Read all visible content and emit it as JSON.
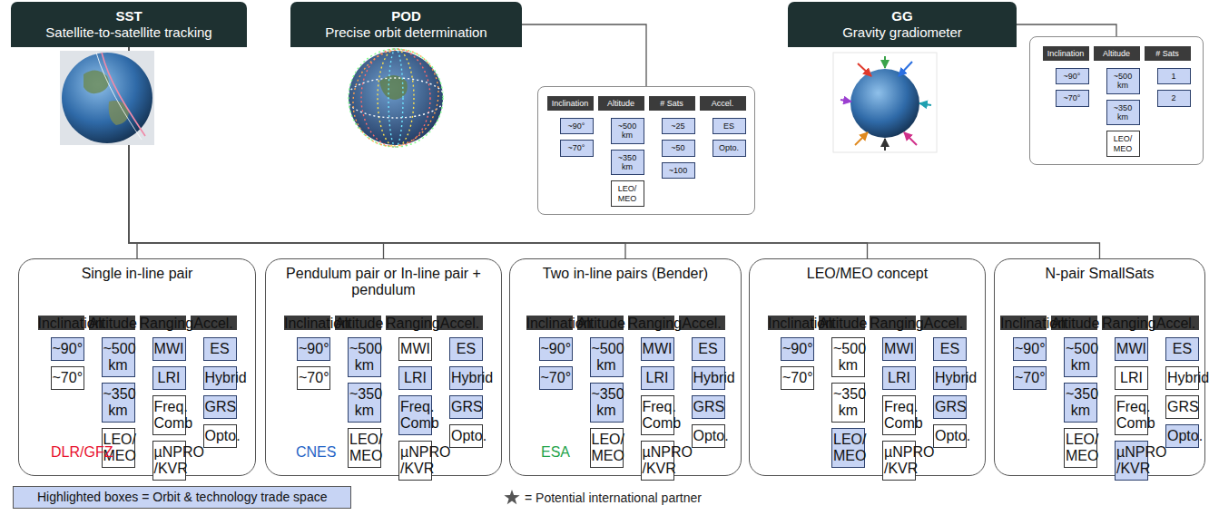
{
  "diagram": {
    "nodes": [
      {
        "text": [
          "SST",
          "Satellite-to-satellite tracking"
        ]
      },
      {
        "text": [
          "POD",
          "Precise orbit determination"
        ]
      },
      {
        "text": []
      },
      {
        "text": [
          "Inclination"
        ],
        "in": 2
      },
      {
        "text": [
          "~90°"
        ],
        "in": 2
      },
      {
        "text": [
          "~70°"
        ],
        "in": 2
      },
      {
        "text": [
          "Altitude"
        ],
        "in": 2
      },
      {
        "text": [
          "~500 km"
        ],
        "in": 2
      },
      {
        "text": [
          "~350 km"
        ],
        "in": 2
      },
      {
        "text": [
          "LEO/ MEO"
        ],
        "in": 2
      },
      {
        "text": [
          "# Sats"
        ],
        "in": 2
      },
      {
        "text": [
          "~25"
        ],
        "in": 2
      },
      {
        "text": [
          "~50"
        ],
        "in": 2
      },
      {
        "text": [
          "~100"
        ],
        "in": 2
      },
      {
        "text": [
          "Accel."
        ],
        "in": 2
      },
      {
        "text": [
          "ES"
        ],
        "in": 2
      },
      {
        "text": [
          "Opto."
        ],
        "in": 2
      },
      {
        "text": [
          "GG",
          "Gravity gradiometer"
        ]
      },
      {
        "text": []
      },
      {
        "text": [
          "Inclination"
        ],
        "in": 18
      },
      {
        "text": [
          "~90°"
        ],
        "in": 18
      },
      {
        "text": [
          "~70°"
        ],
        "in": 18
      },
      {
        "text": [
          "Altitude"
        ],
        "in": 18
      },
      {
        "text": [
          "~500 km"
        ],
        "in": 18
      },
      {
        "text": [
          "~350 km"
        ],
        "in": 18
      },
      {
        "text": [
          "LEO/ MEO"
        ],
        "in": 18
      },
      {
        "text": [
          "# Sats"
        ],
        "in": 18
      },
      {
        "text": [
          "1"
        ],
        "in": 18
      },
      {
        "text": [
          "2"
        ],
        "in": 18
      },
      {
        "text": [
          "Single in-line pair"
        ]
      },
      {
        "text": [
          "Inclination"
        ],
        "in": 29
      },
      {
        "text": [
          "~90°"
        ],
        "in": 29
      },
      {
        "text": [
          "~70°"
        ],
        "in": 29
      },
      {
        "text": [
          "Altitude"
        ],
        "in": 29
      },
      {
        "text": [
          "~500 km"
        ],
        "in": 29
      },
      {
        "text": [
          "~350 km"
        ],
        "in": 29
      },
      {
        "text": [
          "LEO/ MEO"
        ],
        "in": 29
      },
      {
        "text": [
          "Ranging"
        ],
        "in": 29
      },
      {
        "text": [
          "MWI"
        ],
        "in": 29
      },
      {
        "text": [
          "LRI"
        ],
        "in": 29
      },
      {
        "text": [
          "Freq. Comb"
        ],
        "in": 29
      },
      {
        "text": [
          "µNPRO /KVR"
        ],
        "in": 29
      },
      {
        "text": [
          "Accel."
        ],
        "in": 29
      },
      {
        "text": [
          "ES"
        ],
        "in": 29
      },
      {
        "text": [
          "Hybrid"
        ],
        "in": 29
      },
      {
        "text": [
          "GRS"
        ],
        "in": 29
      },
      {
        "text": [
          "Opto."
        ],
        "in": 29
      },
      {
        "text": [
          "Pendulum pair or In-line pair + pendulum"
        ]
      },
      {
        "text": [
          "Inclination"
        ],
        "in": 47
      },
      {
        "text": [
          "~90°"
        ],
        "in": 47
      },
      {
        "text": [
          "~70°"
        ],
        "in": 47
      },
      {
        "text": [
          "Altitude"
        ],
        "in": 47
      },
      {
        "text": [
          "~500 km"
        ],
        "in": 47
      },
      {
        "text": [
          "~350 km"
        ],
        "in": 47
      },
      {
        "text": [
          "LEO/ MEO"
        ],
        "in": 47
      },
      {
        "text": [
          "Ranging"
        ],
        "in": 47
      },
      {
        "text": [
          "MWI"
        ],
        "in": 47
      },
      {
        "text": [
          "LRI"
        ],
        "in": 47
      },
      {
        "text": [
          "Freq. Comb"
        ],
        "in": 47
      },
      {
        "text": [
          "µNPRO /KVR"
        ],
        "in": 47
      },
      {
        "text": [
          "Accel."
        ],
        "in": 47
      },
      {
        "text": [
          "ES"
        ],
        "in": 47
      },
      {
        "text": [
          "Hybrid"
        ],
        "in": 47
      },
      {
        "text": [
          "GRS"
        ],
        "in": 47
      },
      {
        "text": [
          "Opto."
        ],
        "in": 47
      },
      {
        "text": [
          "Two in-line pairs (Bender)"
        ]
      },
      {
        "text": [
          "Inclination"
        ],
        "in": 65
      },
      {
        "text": [
          "~90°"
        ],
        "in": 65
      },
      {
        "text": [
          "~70°"
        ],
        "in": 65
      },
      {
        "text": [
          "Altitude"
        ],
        "in": 65
      },
      {
        "text": [
          "~500 km"
        ],
        "in": 65
      },
      {
        "text": [
          "~350 km"
        ],
        "in": 65
      },
      {
        "text": [
          "LEO/ MEO"
        ],
        "in": 65
      },
      {
        "text": [
          "Ranging"
        ],
        "in": 65
      },
      {
        "text": [
          "MWI"
        ],
        "in": 65
      },
      {
        "text": [
          "LRI"
        ],
        "in": 65
      },
      {
        "text": [
          "Freq. Comb"
        ],
        "in": 65
      },
      {
        "text": [
          "µNPRO /KVR"
        ],
        "in": 65
      },
      {
        "text": [
          "Accel."
        ],
        "in": 65
      },
      {
        "text": [
          "ES"
        ],
        "in": 65
      },
      {
        "text": [
          "Hybrid"
        ],
        "in": 65
      },
      {
        "text": [
          "GRS"
        ],
        "in": 65
      },
      {
        "text": [
          "Opto."
        ],
        "in": 65
      },
      {
        "text": [
          "LEO/MEO concept"
        ]
      },
      {
        "text": [
          "Inclination"
        ],
        "in": 83
      },
      {
        "text": [
          "~90°"
        ],
        "in": 83
      },
      {
        "text": [
          "~70°"
        ],
        "in": 83
      },
      {
        "text": [
          "Altitude"
        ],
        "in": 83
      },
      {
        "text": [
          "~500 km"
        ],
        "in": 83
      },
      {
        "text": [
          "~350 km"
        ],
        "in": 83
      },
      {
        "text": [
          "LEO/ MEO"
        ],
        "in": 83
      },
      {
        "text": [
          "Ranging"
        ],
        "in": 83
      },
      {
        "text": [
          "MWI"
        ],
        "in": 83
      },
      {
        "text": [
          "LRI"
        ],
        "in": 83
      },
      {
        "text": [
          "Freq. Comb"
        ],
        "in": 83
      },
      {
        "text": [
          "µNPRO /KVR"
        ],
        "in": 83
      },
      {
        "text": [
          "Accel."
        ],
        "in": 83
      },
      {
        "text": [
          "ES"
        ],
        "in": 83
      },
      {
        "text": [
          "Hybrid"
        ],
        "in": 83
      },
      {
        "text": [
          "GRS"
        ],
        "in": 83
      },
      {
        "text": [
          "Opto."
        ],
        "in": 83
      },
      {
        "text": [
          "N-pair SmallSats"
        ]
      },
      {
        "text": [
          "Inclination"
        ],
        "in": 101
      },
      {
        "text": [
          "~90°"
        ],
        "in": 101
      },
      {
        "text": [
          "~70°"
        ],
        "in": 101
      },
      {
        "text": [
          "Altitude"
        ],
        "in": 101
      },
      {
        "text": [
          "~500 km"
        ],
        "in": 101
      },
      {
        "text": [
          "~350 km"
        ],
        "in": 101
      },
      {
        "text": [
          "LEO/ MEO"
        ],
        "in": 101
      },
      {
        "text": [
          "Ranging"
        ],
        "in": 101
      },
      {
        "text": [
          "MWI"
        ],
        "in": 101
      },
      {
        "text": [
          "LRI"
        ],
        "in": 101
      },
      {
        "text": [
          "Freq. Comb"
        ],
        "in": 101
      },
      {
        "text": [
          "µNPRO /KVR"
        ],
        "in": 101
      },
      {
        "text": [
          "Accel."
        ],
        "in": 101
      },
      {
        "text": [
          "ES"
        ],
        "in": 101
      },
      {
        "text": [
          "Hybrid"
        ],
        "in": 101
      },
      {
        "text": [
          "GRS"
        ],
        "in": 101
      },
      {
        "text": [
          "Opto."
        ],
        "in": 101
      }
    ],
    "edges": [
      {
        "from": 0,
        "to": 29,
        "arrow": "none"
      },
      {
        "from": 0,
        "to": 47,
        "arrow": "none"
      },
      {
        "from": 0,
        "to": 65,
        "arrow": "none"
      },
      {
        "from": 0,
        "to": 83,
        "arrow": "none"
      },
      {
        "from": 0,
        "to": 101,
        "arrow": "none"
      },
      {
        "from": 1,
        "to": 2,
        "arrow": "none"
      },
      {
        "from": 17,
        "to": 18,
        "arrow": "none"
      }
    ],
    "labels": [
      "DLR/GFZ",
      "CNES",
      "ESA"
    ],
    "legend": [
      {
        "text": "Highlighted boxes = Orbit & technology trade space",
        "color": "#c7d4f4"
      },
      {
        "text": "= Potential international partner"
      }
    ]
  }
}
